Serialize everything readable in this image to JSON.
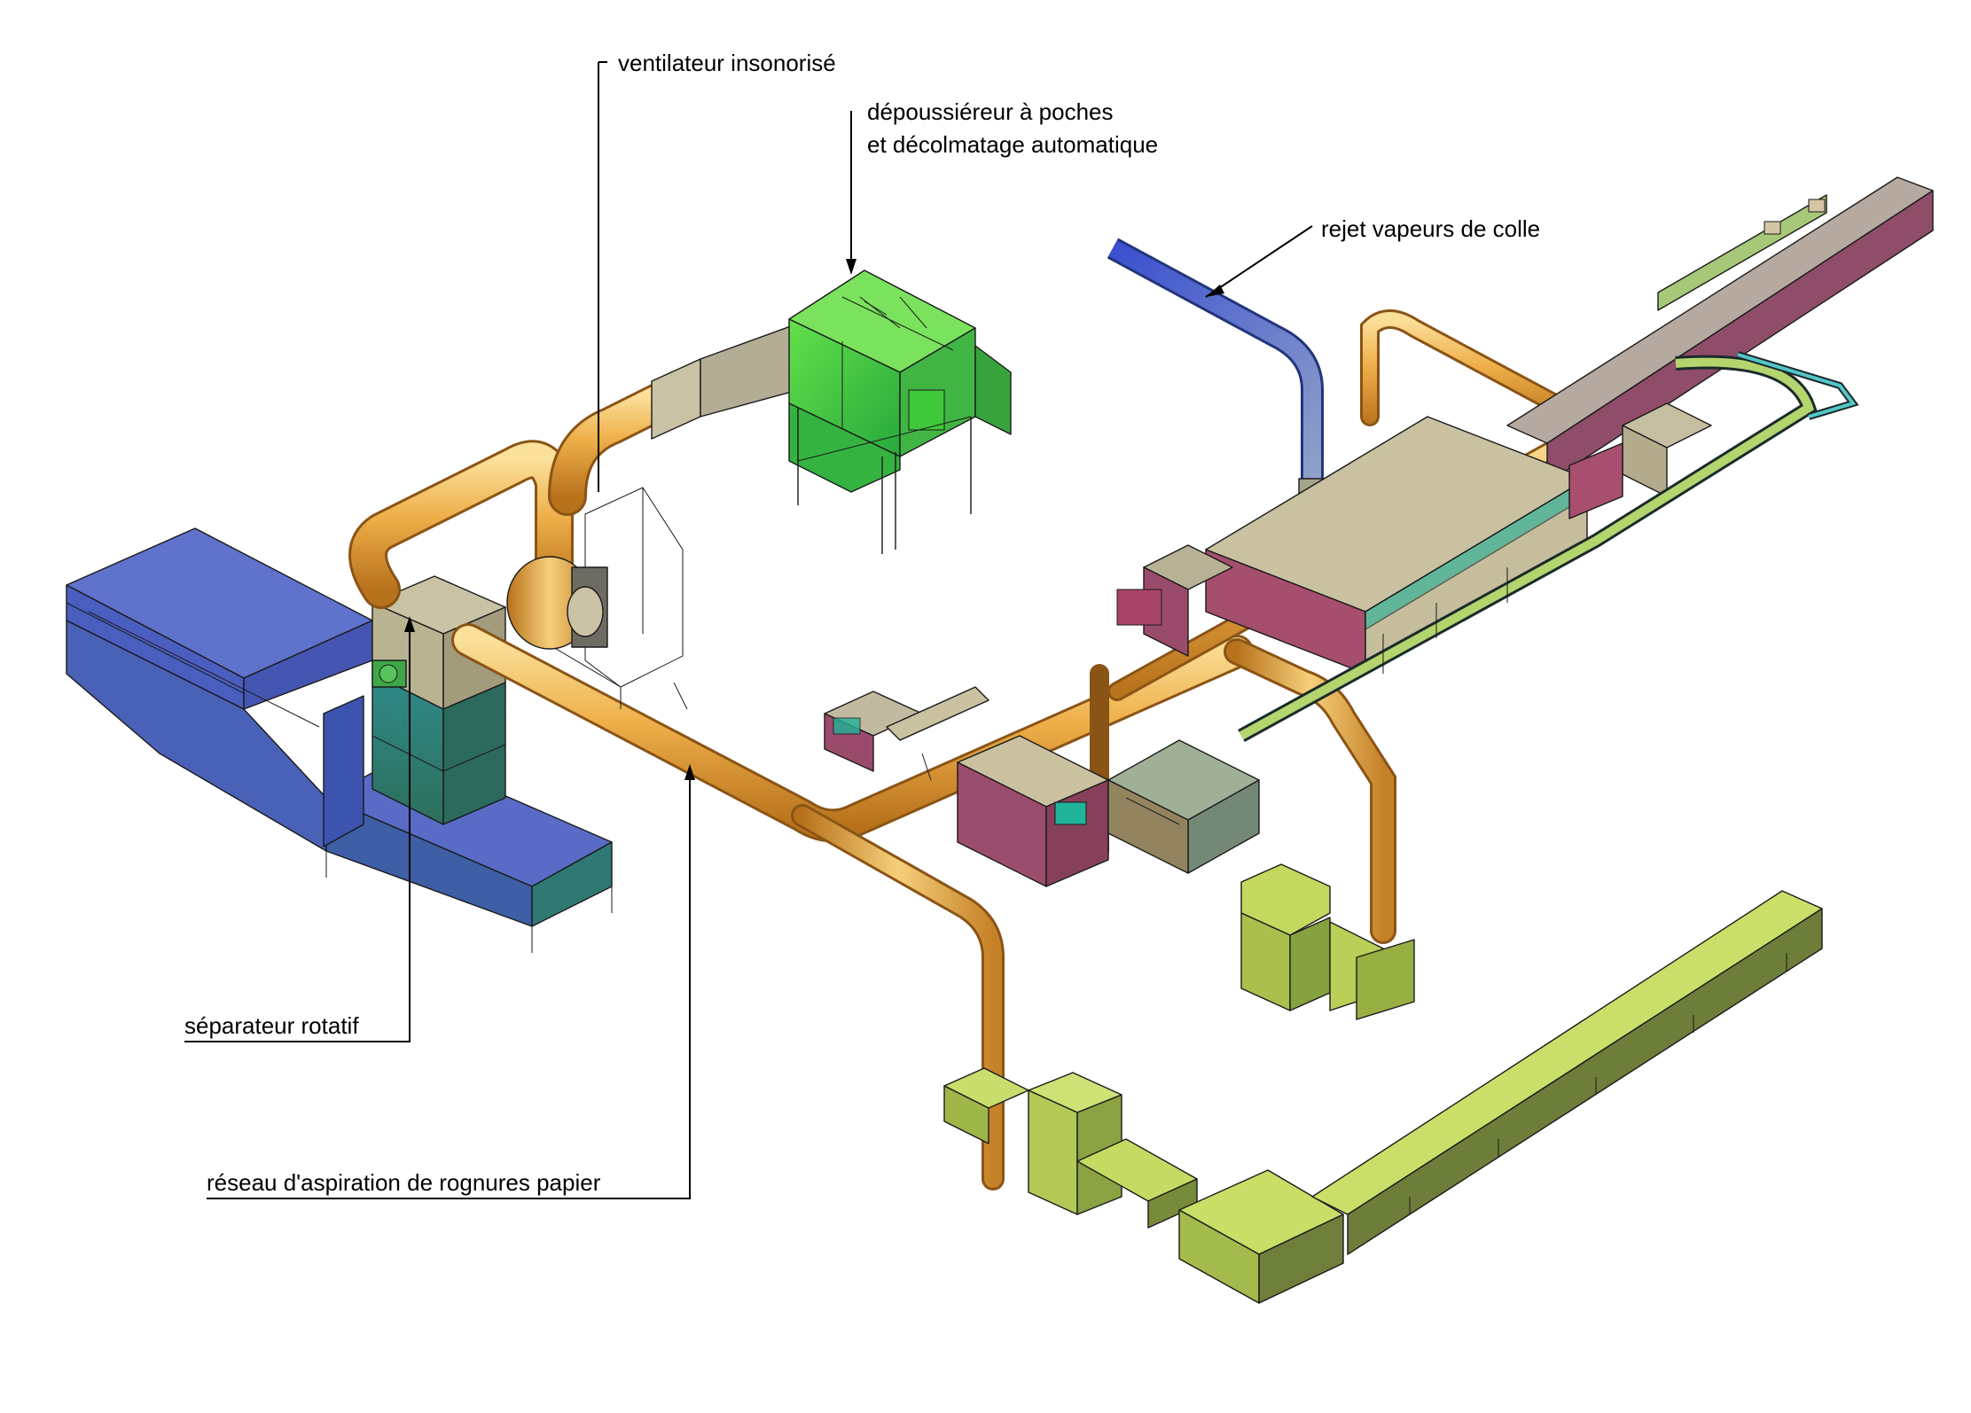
{
  "labels": {
    "fan": "ventilateur insonorisé",
    "dust_collector_line1": "dépoussiéreur à poches",
    "dust_collector_line2": "et décolmatage automatique",
    "glue_vapour": "rejet vapeurs de colle",
    "rotary_separator": "séparateur rotatif",
    "suction_network": "réseau d'aspiration de rognures papier"
  },
  "colors": {
    "duct": "#e8a53c",
    "duct_light": "#f6cf7a",
    "compactor": "#4f5fb8",
    "collector": "#3fc93a",
    "separator_base": "#2f8a72",
    "vapour_duct": "#4f63c4",
    "machine_body": "#9a4b6b",
    "machine_grey": "#c9c1a0",
    "glass": "#1fb39a",
    "conveyor_yellow": "#b8d253"
  }
}
